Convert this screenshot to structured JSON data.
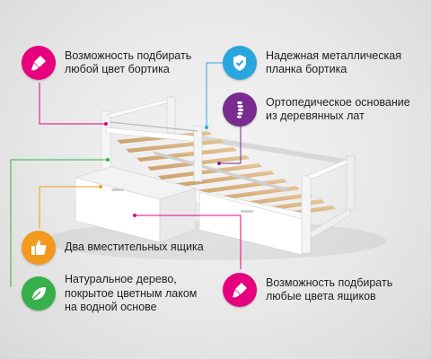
{
  "colors": {
    "magenta": "#e6007e",
    "blue": "#2aa6de",
    "purple": "#7a2b8f",
    "orange": "#f39a1e",
    "green": "#36b04a"
  },
  "features": [
    {
      "id": "color-rail",
      "icon": "paint-brush-icon",
      "color": "#e6007e",
      "text": "Возможность подбирать\nлюбой цвет бортика"
    },
    {
      "id": "metal-bar",
      "icon": "shield-check-icon",
      "color": "#2aa6de",
      "text": "Надежная металлическая\nпланка бортика"
    },
    {
      "id": "orthopedic",
      "icon": "spine-icon",
      "color": "#7a2b8f",
      "text": "Ортопедическое основание\nиз деревянных лат"
    },
    {
      "id": "drawers",
      "icon": "thumbs-up-icon",
      "color": "#f39a1e",
      "text": "Два вместительных ящика"
    },
    {
      "id": "natural-wood",
      "icon": "leaf-icon",
      "color": "#36b04a",
      "text": "Натуральное дерево,\nпокрытое цветным лаком\nна водной основе"
    },
    {
      "id": "drawer-color",
      "icon": "paint-brush-icon",
      "color": "#e6007e",
      "text": "Возможность подбирать\nлюбые цвета ящиков"
    }
  ]
}
